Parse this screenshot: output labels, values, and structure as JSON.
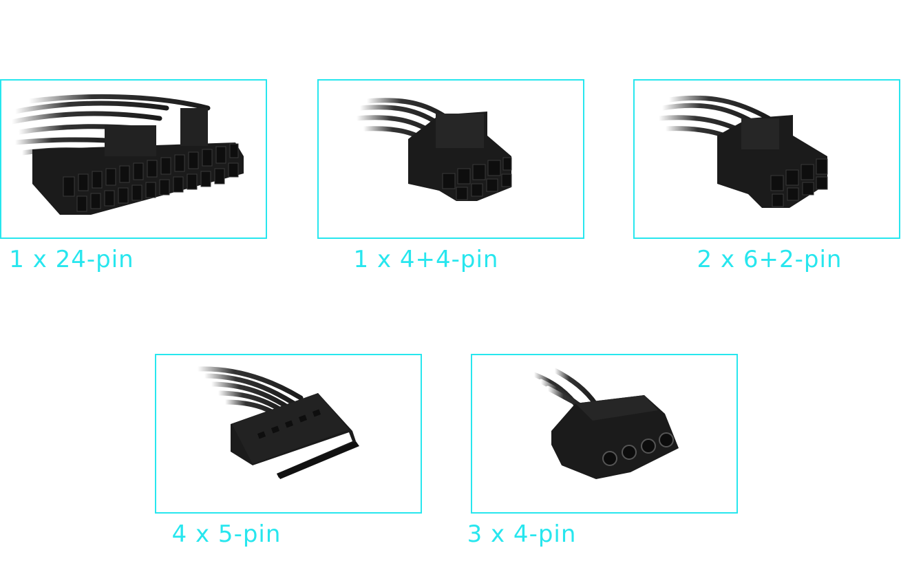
{
  "theme": {
    "accent": "#27e6ee",
    "connector": "#1b1b1b",
    "background": "#ffffff"
  },
  "connectors": [
    {
      "label": "1 x 24-pin",
      "icon": "atx-24pin-connector-icon"
    },
    {
      "label": "1 x 4+4-pin",
      "icon": "eps-4plus4pin-connector-icon"
    },
    {
      "label": "2 x 6+2-pin",
      "icon": "pcie-6plus2pin-connector-icon"
    },
    {
      "label": "4 x 5-pin",
      "icon": "sata-5pin-connector-icon"
    },
    {
      "label": "3 x 4-pin",
      "icon": "molex-4pin-connector-icon"
    }
  ]
}
